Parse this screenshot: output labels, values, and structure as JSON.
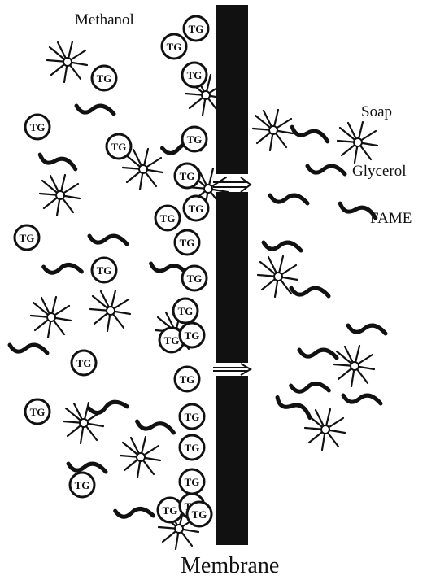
{
  "labels": {
    "methanol": "Methanol",
    "soap": "Soap",
    "glycerol": "Glycerol",
    "fame": "FAME",
    "membrane": "Membrane"
  },
  "tg_text": "TG",
  "colors": {
    "ink": "#111111",
    "membrane": "#111111",
    "background": "#ffffff"
  },
  "molecule_types": [
    "triglyceride-TG",
    "methanol-star",
    "FAME-chain"
  ],
  "arrows": [
    "left-to-right across membrane pore (upper)",
    "left-to-right across membrane pore (lower)"
  ]
}
